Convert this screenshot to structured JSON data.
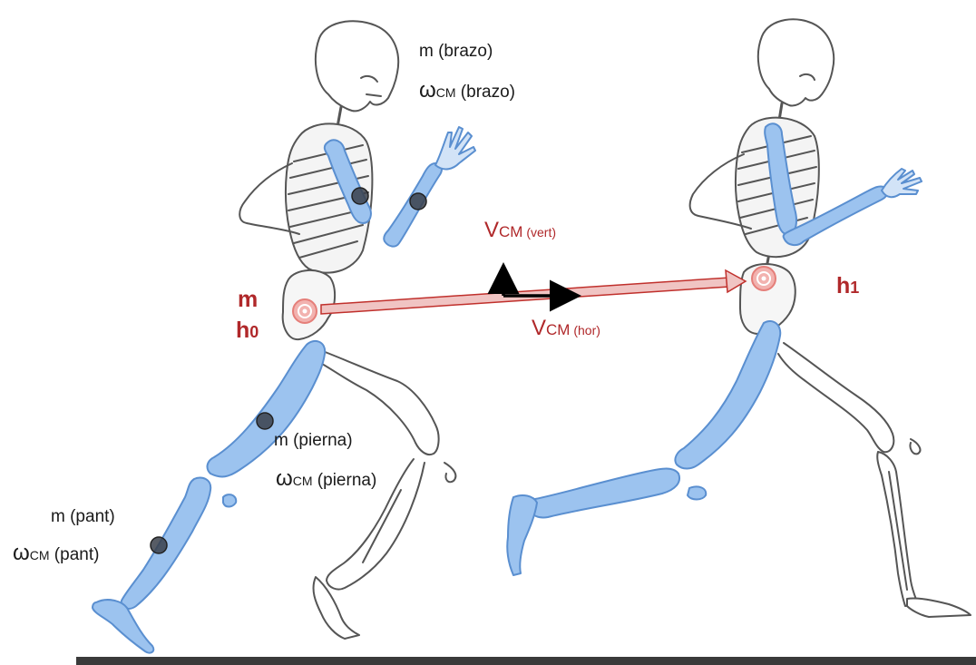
{
  "labels": {
    "arm": {
      "mass": "m (brazo)",
      "omega": "ω",
      "omega_sub": "CM",
      "omega_rest": " (brazo)"
    },
    "thigh": {
      "mass": "m (pierna)",
      "omega": "ω",
      "omega_sub": "CM",
      "omega_rest": " (pierna)"
    },
    "shank": {
      "mass": "m (pant)",
      "omega": "ω",
      "omega_sub": "CM",
      "omega_rest": " (pant)"
    },
    "cm_start": {
      "m": "m",
      "h": "h",
      "h_sub": "0"
    },
    "cm_end": {
      "h": "h",
      "h_sub": "1"
    },
    "v_vert": {
      "v": "V",
      "sub": "CM",
      "rest": " (vert)"
    },
    "v_hor": {
      "v": "V",
      "sub": "CM",
      "rest": " (hor)"
    }
  },
  "colors": {
    "bone_outline": "#555555",
    "segment_fill": "#9cc3ef",
    "segment_stroke": "#5a8fd0",
    "cm_marker": "#e88a86",
    "trajectory_arrow": "#c0302c",
    "velocity_arrow": "#000000",
    "label_red": "#b0282a",
    "ground": "#3a3a3a"
  },
  "icons": {
    "center_of_mass": "cm-marker-icon",
    "segment_cm": "segment-cm-dot-icon"
  }
}
